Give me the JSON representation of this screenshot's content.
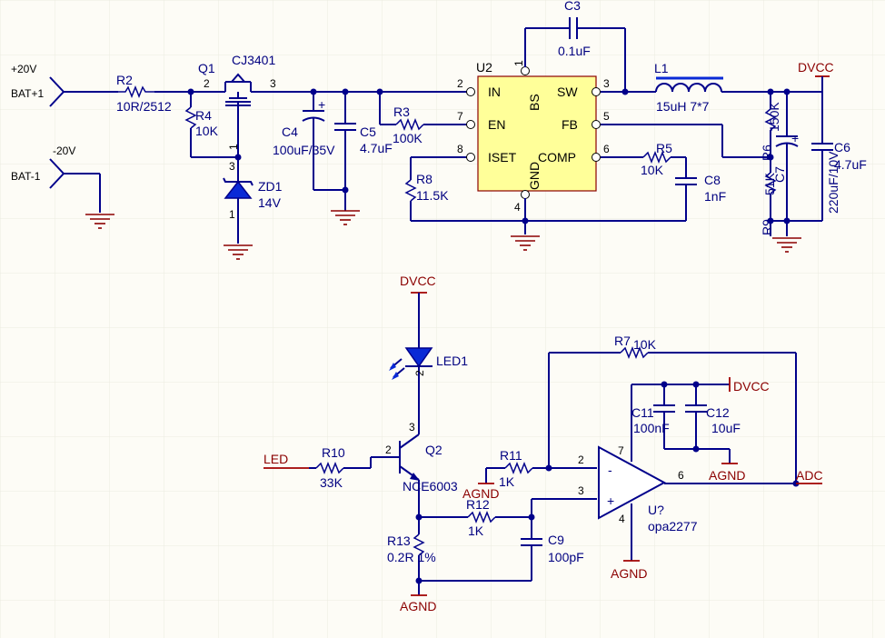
{
  "colors": {
    "wire": "#00008b",
    "net": "#8b0000",
    "ic_fill": "#ffff99",
    "grid": "#ecebe0",
    "background": "#fdfcf6"
  },
  "labels": {
    "vin": "+20V",
    "bat1": "BAT+1",
    "vneg": "-20V",
    "bat2": "BAT-1",
    "r2": "R2",
    "r2v": "10R/2512",
    "q1": "Q1",
    "q1v": "CJ3401",
    "r4": "R4",
    "r4v": "10K",
    "zd1": "ZD1",
    "zd1v": "14V",
    "c4": "C4",
    "c4v": "100uF/35V",
    "c5": "C5",
    "c5v": "4.7uF",
    "r3": "R3",
    "r3v": "100K",
    "r8": "R8",
    "r8v": "11.5K",
    "c3": "C3",
    "c3v": "0.1uF",
    "u2": "U2",
    "l1": "L1",
    "l1v": "15uH 7*7",
    "r5": "R5",
    "r5v": "10K",
    "c8": "C8",
    "c8v": "1nF",
    "r6": "R6",
    "r6v": "150K",
    "r9": "R9",
    "r9v": "51K",
    "c7": "C7",
    "c7v": "220uF/10V",
    "c6": "C6",
    "c6v": "4.7uF",
    "dvcc": "DVCC",
    "led1": "LED1",
    "led": "LED",
    "r10": "R10",
    "r10v": "33K",
    "q2": "Q2",
    "q2v": "NCE6003",
    "r13": "R13",
    "r13v": "0.2R 1%",
    "agnd": "AGND",
    "r11": "R11",
    "r11v": "1K",
    "r12": "R12",
    "r12v": "1K",
    "c9": "C9",
    "c9v": "100pF",
    "r7": "R7",
    "r7v": "10K",
    "c11": "C11",
    "c11v": "100nF",
    "c12": "C12",
    "c12v": "10uF",
    "u3": "U?",
    "u3v": "opa2277",
    "adc": "ADC",
    "plus": "+",
    "minus": "-"
  },
  "ic_u2": {
    "pins": {
      "in": "IN",
      "en": "EN",
      "iset": "ISET",
      "sw": "SW",
      "fb": "FB",
      "comp": "COMP",
      "bs": "BS",
      "gnd": "GND"
    },
    "numbers": {
      "in": "2",
      "en": "7",
      "iset": "8",
      "sw": "3",
      "fb": "5",
      "comp": "6",
      "bs": "1",
      "gnd": "4"
    }
  },
  "pin_numbers": {
    "q1_gate": "1",
    "q1_src": "2",
    "q1_drn": "3",
    "zd1_k": "3",
    "zd1_a": "1",
    "led_k": "2",
    "q2_g": "2",
    "q2_d": "3",
    "u3_inm": "2",
    "u3_inp": "3",
    "u3_out": "6",
    "u3_vp": "7",
    "u3_vn": "4"
  }
}
